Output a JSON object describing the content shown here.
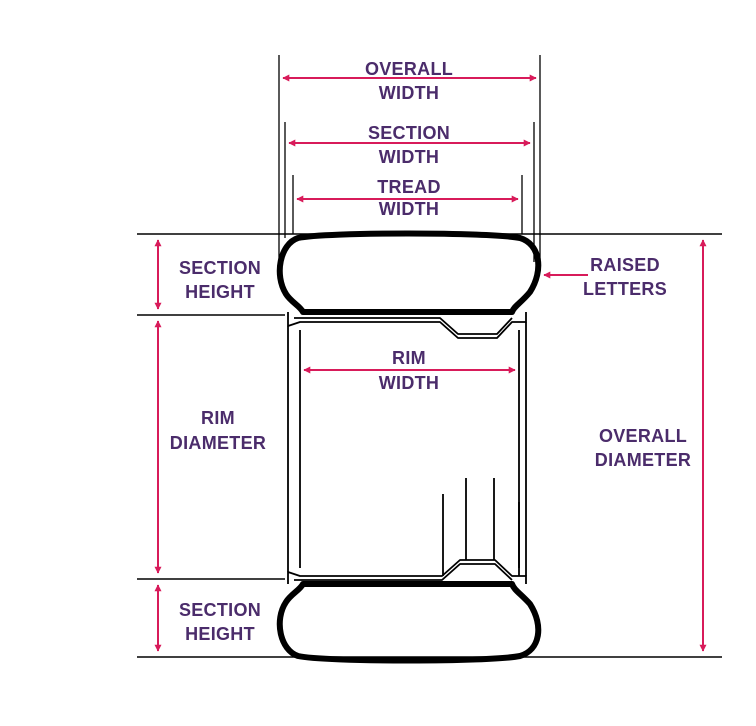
{
  "labels": {
    "overall_width": [
      "OVERALL",
      "WIDTH"
    ],
    "section_width": [
      "SECTION",
      "WIDTH"
    ],
    "tread_width": [
      "TREAD",
      "WIDTH"
    ],
    "section_height_top": [
      "SECTION",
      "HEIGHT"
    ],
    "raised_letters": [
      "RAISED",
      "LETTERS"
    ],
    "rim_width": [
      "RIM",
      "WIDTH"
    ],
    "rim_diameter": [
      "RIM",
      "DIAMETER"
    ],
    "overall_diameter": [
      "OVERALL",
      "DIAMETER"
    ],
    "section_height_bottom": [
      "SECTION",
      "HEIGHT"
    ]
  },
  "colors": {
    "arrow": "#d81b5a",
    "label": "#4b2c6b",
    "line": "#000000"
  }
}
